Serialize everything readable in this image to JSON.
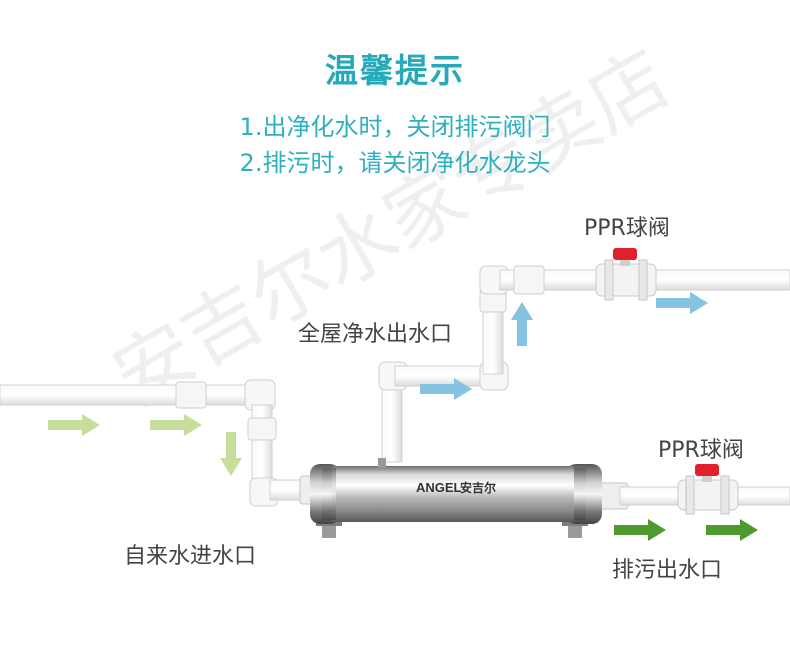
{
  "title": "温馨提示",
  "tips": [
    "1.出净化水时，关闭排污阀门",
    "2.排污时，请关闭净化水龙头"
  ],
  "labels": {
    "valve_top": "PPR球阀",
    "valve_bottom": "PPR球阀",
    "house_outlet": "全屋净水出水口",
    "inlet": "自来水进水口",
    "drain_outlet": "排污出水口"
  },
  "brand": {
    "latin": "ANGEL",
    "chinese": "安吉尔"
  },
  "watermark": "安吉尔水家专卖店",
  "colors": {
    "accent": "#26a9b8",
    "arrow_inlet": "#c7dd9a",
    "arrow_clean": "#86c3e3",
    "arrow_drain": "#4e9a2e",
    "valve_handle": "#e0202a",
    "pipe": "#f4f4f4"
  }
}
